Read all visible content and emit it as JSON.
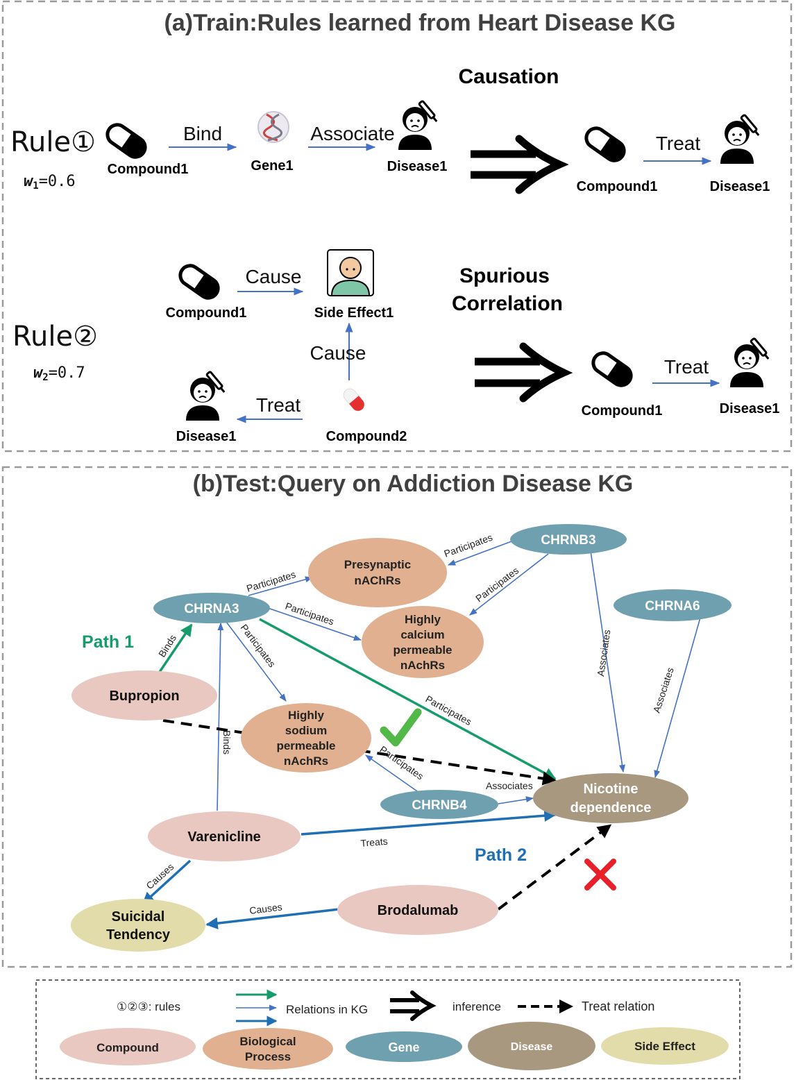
{
  "panel_a": {
    "title": "(a)Train:Rules learned from Heart Disease KG",
    "rule1": {
      "name": "Rule①",
      "weight_symbol": "w",
      "weight_sub": "1",
      "weight_value": "=0.6",
      "heading": "Causation",
      "compound": "Compound1",
      "gene": "Gene1",
      "disease": "Disease1",
      "rel_bind": "Bind",
      "rel_associate": "Associate",
      "rel_treat": "Treat",
      "result_compound": "Compound1",
      "result_disease": "Disease1"
    },
    "rule2": {
      "name": "Rule②",
      "weight_symbol": "w",
      "weight_sub": "2",
      "weight_value": "=0.7",
      "heading_line1": "Spurious",
      "heading_line2": "Correlation",
      "compound1": "Compound1",
      "side_effect": "Side Effect1",
      "compound2": "Compound2",
      "disease": "Disease1",
      "rel_cause1": "Cause",
      "rel_cause2": "Cause",
      "rel_treat": "Treat",
      "result_compound": "Compound1",
      "result_disease": "Disease1",
      "result_treat": "Treat"
    }
  },
  "panel_b": {
    "title": "(b)Test:Query on Addiction Disease KG",
    "path1_label": "Path 1",
    "path2_label": "Path 2",
    "nodes": {
      "chrnb3": "CHRNB3",
      "chrna3": "CHRNA3",
      "chrna6": "CHRNA6",
      "chrnb4": "CHRNB4",
      "presynaptic_l1": "Presynaptic",
      "presynaptic_l2": "nAChRs",
      "calcium_l1": "Highly",
      "calcium_l2": "calcium",
      "calcium_l3": "permeable",
      "calcium_l4": "nAchRs",
      "sodium_l1": "Highly",
      "sodium_l2": "sodium",
      "sodium_l3": "permeable",
      "sodium_l4": "nAchRs",
      "bupropion": "Bupropion",
      "varenicline": "Varenicline",
      "brodalumab": "Brodalumab",
      "suicidal_l1": "Suicidal",
      "suicidal_l2": "Tendency",
      "nicotine_l1": "Nicotine",
      "nicotine_l2": "dependence"
    },
    "edges": {
      "participates": "Participates",
      "associates": "Associates",
      "binds": "Binds",
      "treats": "Treats",
      "causes": "Causes"
    }
  },
  "legend": {
    "rules": "①②③:  rules",
    "relations": "Relations in KG",
    "inference": "inference",
    "treat_relation": "Treat relation",
    "compound": "Compound",
    "bio_l1": "Biological",
    "bio_l2": "Process",
    "gene": "Gene",
    "disease": "Disease",
    "side_effect": "Side Effect"
  },
  "colors": {
    "blue_edge": "#4472c4",
    "green_path": "#169c6b",
    "blue_path": "#1f6fb5",
    "compound": "#e8c8c0",
    "bio_process": "#e0b090",
    "gene": "#6fa0b0",
    "disease": "#a99880",
    "side_effect": "#e2dcaa",
    "check": "#52b848",
    "cross": "#e8202a"
  }
}
